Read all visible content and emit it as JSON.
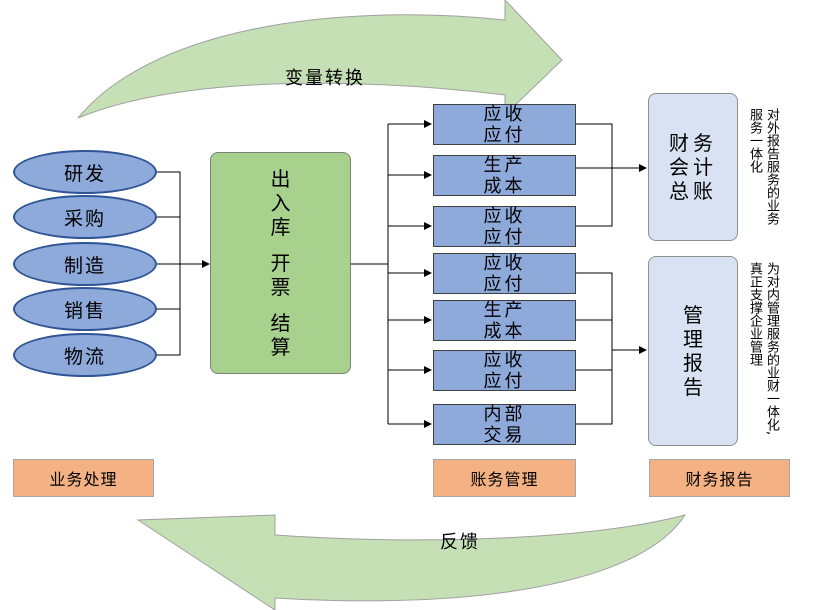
{
  "cycle": {
    "top_label": "变量转换",
    "bottom_label": "反馈",
    "arrow_color": "#c5e0b4"
  },
  "business": {
    "items": [
      "研发",
      "采购",
      "制造",
      "销售",
      "物流"
    ],
    "footer": "业务处理"
  },
  "process": {
    "lines": [
      "出入库",
      "开票",
      "结算"
    ]
  },
  "accounting": {
    "boxes": [
      [
        "应收",
        "应付"
      ],
      [
        "生产",
        "成本"
      ],
      [
        "应收",
        "应付"
      ],
      [
        "应收",
        "应付"
      ],
      [
        "生产",
        "成本"
      ],
      [
        "应收",
        "应付"
      ],
      [
        "内部",
        "交易"
      ]
    ],
    "footer": "账务管理"
  },
  "reporting": {
    "ledger": "财务会计总账",
    "report": "管理报告",
    "ledger_note": [
      "对外报告服务的业务",
      "服务一体化"
    ],
    "report_note": [
      "为对内管理服务的业财一体化,",
      "真正支撑企业管理"
    ],
    "footer": "财务报告"
  },
  "colors": {
    "ellipse_fill": "#8eaadb",
    "ellipse_border": "#2f5597",
    "process_fill": "#a9d18e",
    "box_fill": "#8eaadb",
    "report_fill": "#d9e2f3",
    "footer_fill": "#f4b183"
  }
}
